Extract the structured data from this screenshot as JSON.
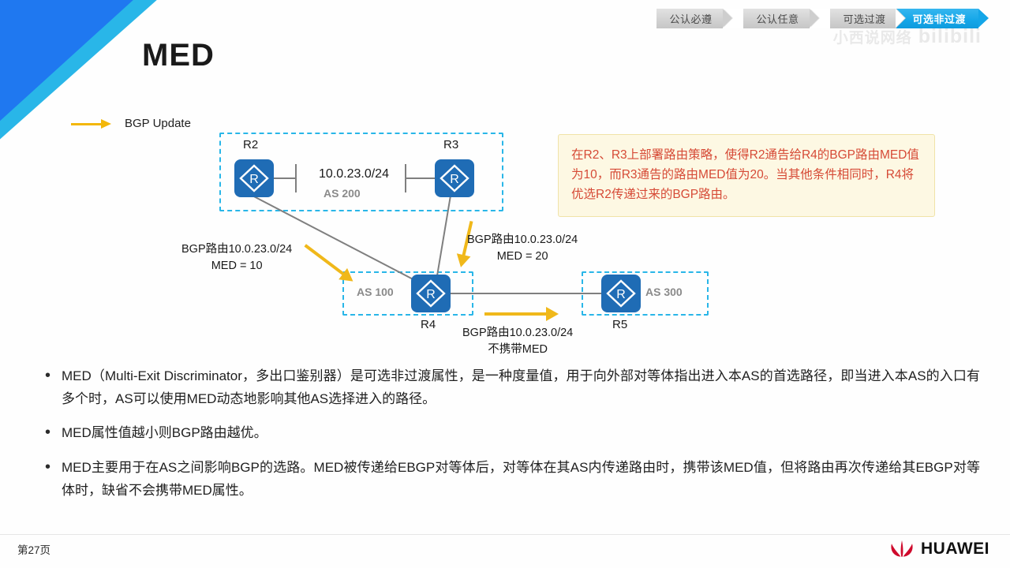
{
  "slide": {
    "title": "MED",
    "page_number": "第27页",
    "brand": "HUAWEI",
    "watermark_cn": "小西说网络",
    "watermark_en": "bilibili"
  },
  "breadcrumb": {
    "items": [
      {
        "label": "公认必遵",
        "active": false
      },
      {
        "label": "公认任意",
        "active": false
      },
      {
        "label": "可选过渡",
        "active": false
      },
      {
        "label": "可选非过渡",
        "active": true
      }
    ],
    "active_color": "#14a6e8",
    "inactive_color": "#d2d2d2"
  },
  "legend": {
    "label": "BGP Update",
    "arrow_color": "#f3b70a"
  },
  "diagram": {
    "routers": [
      {
        "id": "r2",
        "label": "R2",
        "glyph": "R"
      },
      {
        "id": "r3",
        "label": "R3",
        "glyph": "R"
      },
      {
        "id": "r4",
        "label": "R4",
        "glyph": "R"
      },
      {
        "id": "r5",
        "label": "R5",
        "glyph": "R"
      }
    ],
    "as_labels": {
      "as200": "AS 200",
      "as100": "AS 100",
      "as300": "AS 300"
    },
    "subnet": "10.0.23.0/24",
    "annotations": {
      "left_line1": "BGP路由10.0.23.0/24",
      "left_line2": "MED = 10",
      "right_line1": "BGP路由10.0.23.0/24",
      "right_line2": "MED = 20",
      "bottom_line1": "BGP路由10.0.23.0/24",
      "bottom_line2": "不携带MED"
    },
    "colors": {
      "router_fill": "#1f6cb5",
      "dashed_border": "#29b6e8",
      "link_line": "#7f7f7f",
      "update_arrow": "#f0b81a"
    }
  },
  "callout": {
    "text": "在R2、R3上部署路由策略，使得R2通告给R4的BGP路由MED值为10，而R3通告的路由MED值为20。当其他条件相同时，R4将优选R2传递过来的BGP路由。",
    "text_color": "#d64a36",
    "background": "#fdf8e3",
    "border_color": "#f0e3a8"
  },
  "bullets": [
    {
      "marker": "•",
      "text": "MED（Multi-Exit Discriminator，多出口鉴别器）是可选非过渡属性，是一种度量值，用于向外部对等体指出进入本AS的首选路径，即当进入本AS的入口有多个时，AS可以使用MED动态地影响其他AS选择进入的路径。"
    },
    {
      "marker": "•",
      "text": "MED属性值越小则BGP路由越优。"
    },
    {
      "marker": "•",
      "text": "MED主要用于在AS之间影响BGP的选路。MED被传递给EBGP对等体后，对等体在其AS内传递路由时，携带该MED值，但将路由再次传递给其EBGP对等体时，缺省不会携带MED属性。"
    }
  ]
}
